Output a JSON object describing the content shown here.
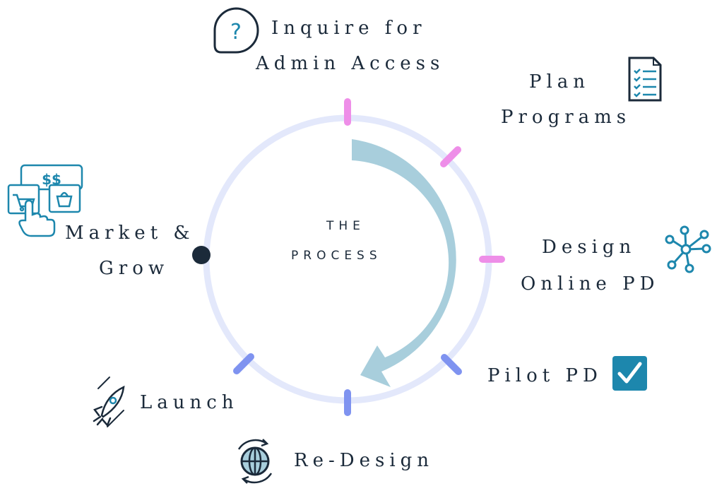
{
  "center": {
    "line1": "THE",
    "line2": "PROCESS"
  },
  "steps": [
    {
      "l1": "Inquire for",
      "l2": "Admin Access",
      "icon": "question-bubble-icon"
    },
    {
      "l1": "Plan",
      "l2": "Programs",
      "icon": "checklist-document-icon"
    },
    {
      "l1": "Design",
      "l2": "Online PD",
      "icon": "network-nodes-icon"
    },
    {
      "l1": "Pilot PD",
      "icon": "checkbox-icon"
    },
    {
      "l1": "Re-Design",
      "icon": "globe-refresh-icon"
    },
    {
      "l1": "Launch",
      "icon": "rocket-icon"
    },
    {
      "l1": "Market &",
      "l2": "Grow",
      "icon": "ecommerce-icon"
    }
  ],
  "icon_text": {
    "question": "?",
    "price": "$$"
  },
  "colors": {
    "ring": "#e3e8fb",
    "arrow": "#a8cedc",
    "tick_pink": "#ee8ee8",
    "tick_blue": "#7f93f0",
    "dot": "#1b2a3a",
    "icon_blue": "#1d87ad",
    "icon_dark": "#1b2a3a"
  }
}
